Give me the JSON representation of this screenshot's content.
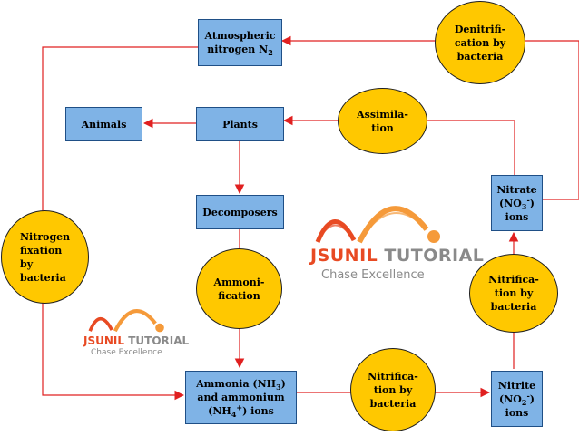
{
  "boxes": {
    "atmospheric": {
      "line1": "Atmospheric",
      "line2_text": "nitrogen N",
      "line2_sub": "2"
    },
    "animals": {
      "label": "Animals"
    },
    "plants": {
      "label": "Plants"
    },
    "decomposers": {
      "label": "Decomposers"
    },
    "ammonia": {
      "line1_pre": "Ammonia (NH",
      "line1_sub": "3",
      "line1_post": ")",
      "line2": "and ammonium",
      "line3_pre": "(NH",
      "line3_sub": "4",
      "line3_sup": "+",
      "line3_post": ") ions"
    },
    "nitrite": {
      "line1": "Nitrite",
      "line2_pre": "(NO",
      "line2_sub": "2",
      "line2_sup": "-",
      "line2_post": ")",
      "line3": "ions"
    },
    "nitrate": {
      "line1": "Nitrate",
      "line2_pre": "(NO",
      "line2_sub": "3",
      "line2_sup": "-",
      "line2_post": ")",
      "line3": "ions"
    }
  },
  "processes": {
    "denitrification": {
      "lines": [
        "Denitrifi-",
        "cation by",
        "bacteria"
      ]
    },
    "assimilation": {
      "lines": [
        "Assimila-",
        "tion"
      ]
    },
    "nitrogen_fixation": {
      "lines": [
        "Nitrogen",
        "fixation",
        "by",
        "bacteria"
      ]
    },
    "ammonification": {
      "lines": [
        "Ammoni-",
        "fication"
      ]
    },
    "nitrification_bottom": {
      "lines": [
        "Nitrifica-",
        "tion by",
        "bacteria"
      ]
    },
    "nitrification_right": {
      "lines": [
        "Nitrifica-",
        "tion by",
        "bacteria"
      ]
    }
  },
  "logo": {
    "brand_first": "JSUNIL",
    "brand_second": "TUTORIAL",
    "tagline": "Chase Excellence"
  },
  "colors": {
    "box_fill": "#7fb3e6",
    "box_border": "#1f4f86",
    "oval_fill": "#ffc800",
    "arrow": "#e02020",
    "logo_red": "#e84a23",
    "logo_orange": "#f59a3a",
    "logo_gray": "#8a8a8a"
  }
}
